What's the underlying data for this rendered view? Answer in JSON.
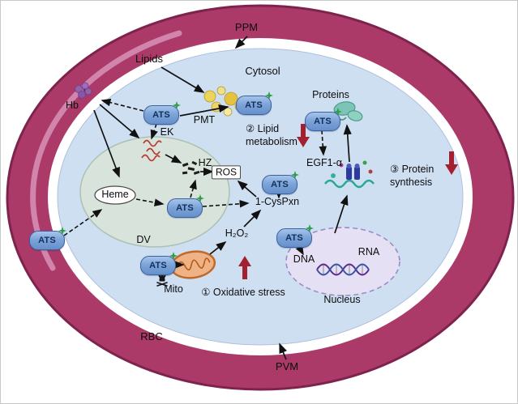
{
  "diagram": {
    "compartments": {
      "rbc": "RBC",
      "cytosol": "Cytosol",
      "dv": "DV",
      "nucleus": "Nucleus",
      "mito": "Mito",
      "ppm": "PPM",
      "pvm": "PVM"
    },
    "molecules": {
      "ats": "ATS",
      "lipids": "Lipids",
      "hb": "Hb",
      "ek": "EK",
      "pmt": "PMT",
      "heme": "Heme",
      "hz": "HZ",
      "ros": "ROS",
      "h2o2": "H₂O₂",
      "cyspxn": "1-CysPxn",
      "egf1a": "EGF1-α",
      "dna": "DNA",
      "rna": "RNA",
      "proteins": "Proteins"
    },
    "processes": {
      "oxidative_stress": {
        "label": "① Oxidative stress",
        "trend": "increase"
      },
      "lipid_metabolism": {
        "line1": "② Lipid",
        "line2": "metabolism",
        "trend": "decrease"
      },
      "protein_synthesis": {
        "line1": "③ Protein",
        "line2": "synthesis",
        "trend": "decrease"
      }
    },
    "colors": {
      "rbc_fill": "#ac3a68",
      "rbc_edge": "#7e234d",
      "cytosol_fill": "#cfdff2",
      "dv_fill": "#d9e5da",
      "nucleus_fill": "#e6e0f4",
      "ats_pill": "#7da4d8",
      "trend_arrow": "#a32031",
      "sparkle": "#2f9e44"
    }
  }
}
